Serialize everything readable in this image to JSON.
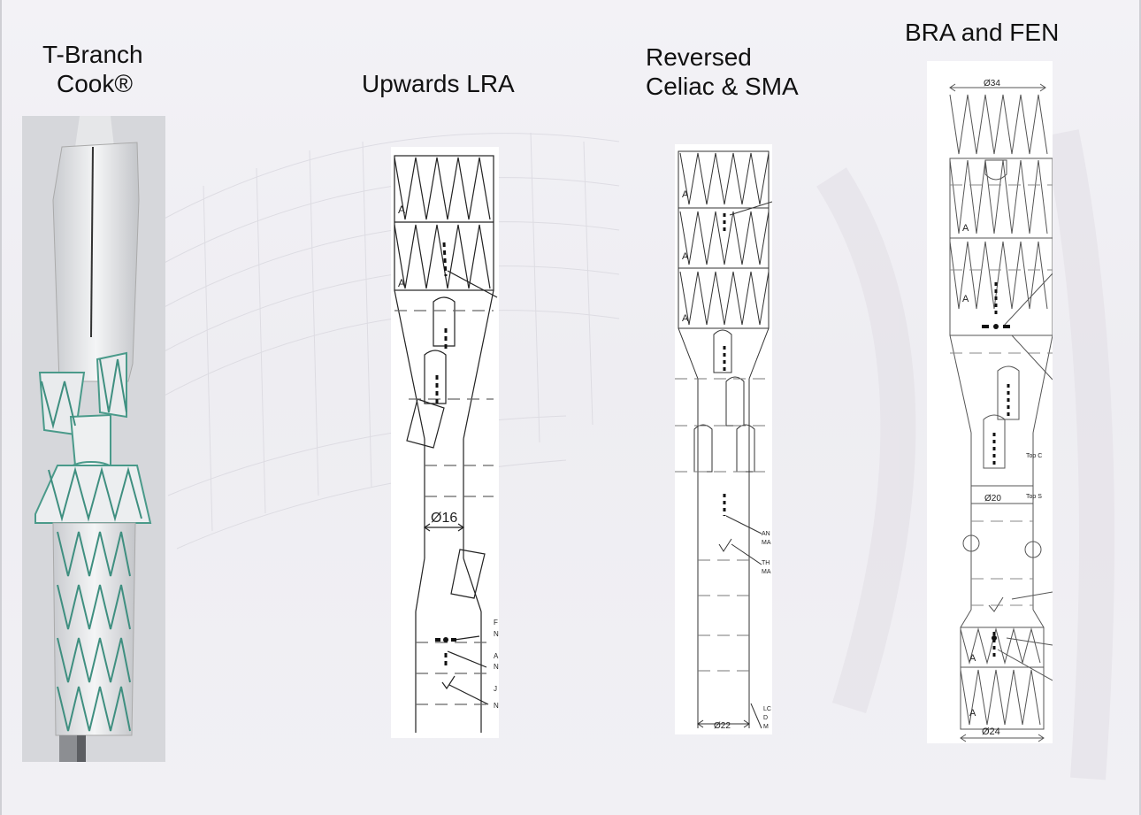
{
  "captions": {
    "tbranch": {
      "line1": "T-Branch",
      "line2": "Cook®"
    },
    "upwards": {
      "line1": "Upwards LRA"
    },
    "reversed": {
      "line1": "Reversed",
      "line2": "Celiac & SMA"
    },
    "bra": {
      "line1": "BRA and FEN"
    }
  },
  "drawings": {
    "upwards": {
      "section_mark_top": "A",
      "section_mark_bottom": "A",
      "diameter": "Ø16",
      "callout_1": "F",
      "callout_1b": "N",
      "callout_2": "A",
      "callout_2b": "N",
      "callout_3": "J",
      "callout_4": "N"
    },
    "reversed": {
      "section_mark_1": "A",
      "section_mark_2": "A",
      "section_mark_3": "A",
      "diameter": "Ø22",
      "callout_1": "AN",
      "callout_1b": "MA",
      "callout_2": "TH",
      "callout_2b": "MA",
      "callout_3": "LC",
      "callout_3b": "D",
      "callout_3c": "M"
    },
    "bra": {
      "diameter_top": "Ø34",
      "diameter_mid": "Ø20",
      "diameter_bottom": "Ø24",
      "section_mark_1": "A",
      "section_mark_2": "A",
      "section_mark_3": "A",
      "section_mark_4": "A",
      "note_top_c": "Top C",
      "note_top_s": "Top S"
    }
  }
}
